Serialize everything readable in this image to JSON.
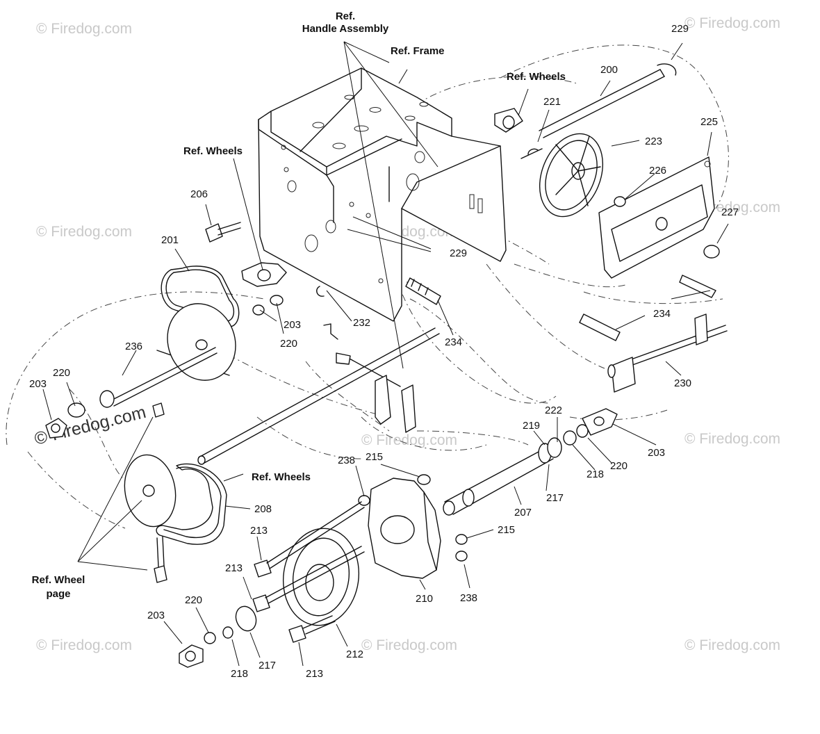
{
  "watermark": {
    "text": "© Firedog.com",
    "bold_text": "© Firedog.com"
  },
  "references": {
    "handle_assembly_line1": "Ref.",
    "handle_assembly_line2": "Handle Assembly",
    "frame": "Ref. Frame",
    "wheels_top": "Ref. Wheels",
    "wheels_left": "Ref. Wheels",
    "wheels_axle": "Ref. Wheels",
    "wheel_page_line1": "Ref. Wheel",
    "wheel_page_line2": "page"
  },
  "callouts": {
    "c229_top": "229",
    "c200": "200",
    "c221": "221",
    "c225": "225",
    "c223": "223",
    "c226": "226",
    "c227": "227",
    "c206": "206",
    "c201": "201",
    "c229_mid": "229",
    "c203_left": "203",
    "c220_left": "220",
    "c232": "232",
    "c234_mid": "234",
    "c234_right": "234",
    "c230": "230",
    "c236": "236",
    "c220_far": "220",
    "c203_far": "203",
    "c222": "222",
    "c219": "219",
    "c203_right": "203",
    "c220_right": "220",
    "c218_right": "218",
    "c217_right": "217",
    "c207": "207",
    "c238_top": "238",
    "c215_top": "215",
    "c215_mid": "215",
    "c208": "208",
    "c213_a": "213",
    "c213_b": "213",
    "c213_c": "213",
    "c210": "210",
    "c238_bot": "238",
    "c220_bot": "220",
    "c203_bot": "203",
    "c218_bot": "218",
    "c217_bot": "217",
    "c212": "212"
  }
}
